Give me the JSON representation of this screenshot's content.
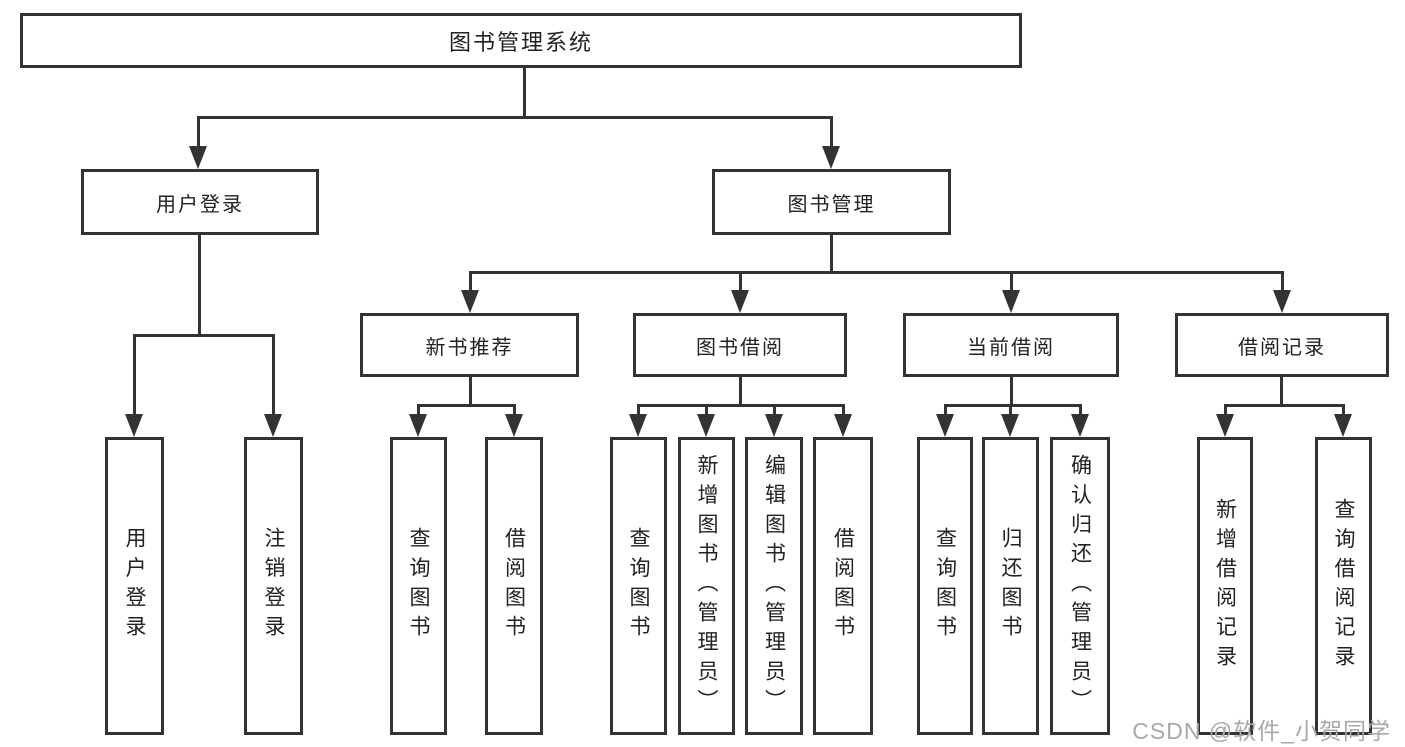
{
  "tree": {
    "root": "图书管理系统",
    "branches": [
      {
        "label": "用户登录",
        "leaves": [
          "用户登录",
          "注销登录"
        ]
      },
      {
        "label": "图书管理",
        "groups": [
          {
            "label": "新书推荐",
            "leaves": [
              "查询图书",
              "借阅图书"
            ]
          },
          {
            "label": "图书借阅",
            "leaves": [
              "查询图书",
              "新增图书（管理员）",
              "编辑图书（管理员）",
              "借阅图书"
            ]
          },
          {
            "label": "当前借阅",
            "leaves": [
              "查询图书",
              "归还图书",
              "确认归还（管理员）"
            ]
          },
          {
            "label": "借阅记录",
            "leaves": [
              "新增借阅记录",
              "查询借阅记录"
            ]
          }
        ]
      }
    ]
  },
  "watermark": "CSDN @软件_小贺同学",
  "colors": {
    "line": "#333333",
    "text": "#222222",
    "watermark": "#a8a8a8",
    "background": "#ffffff"
  }
}
